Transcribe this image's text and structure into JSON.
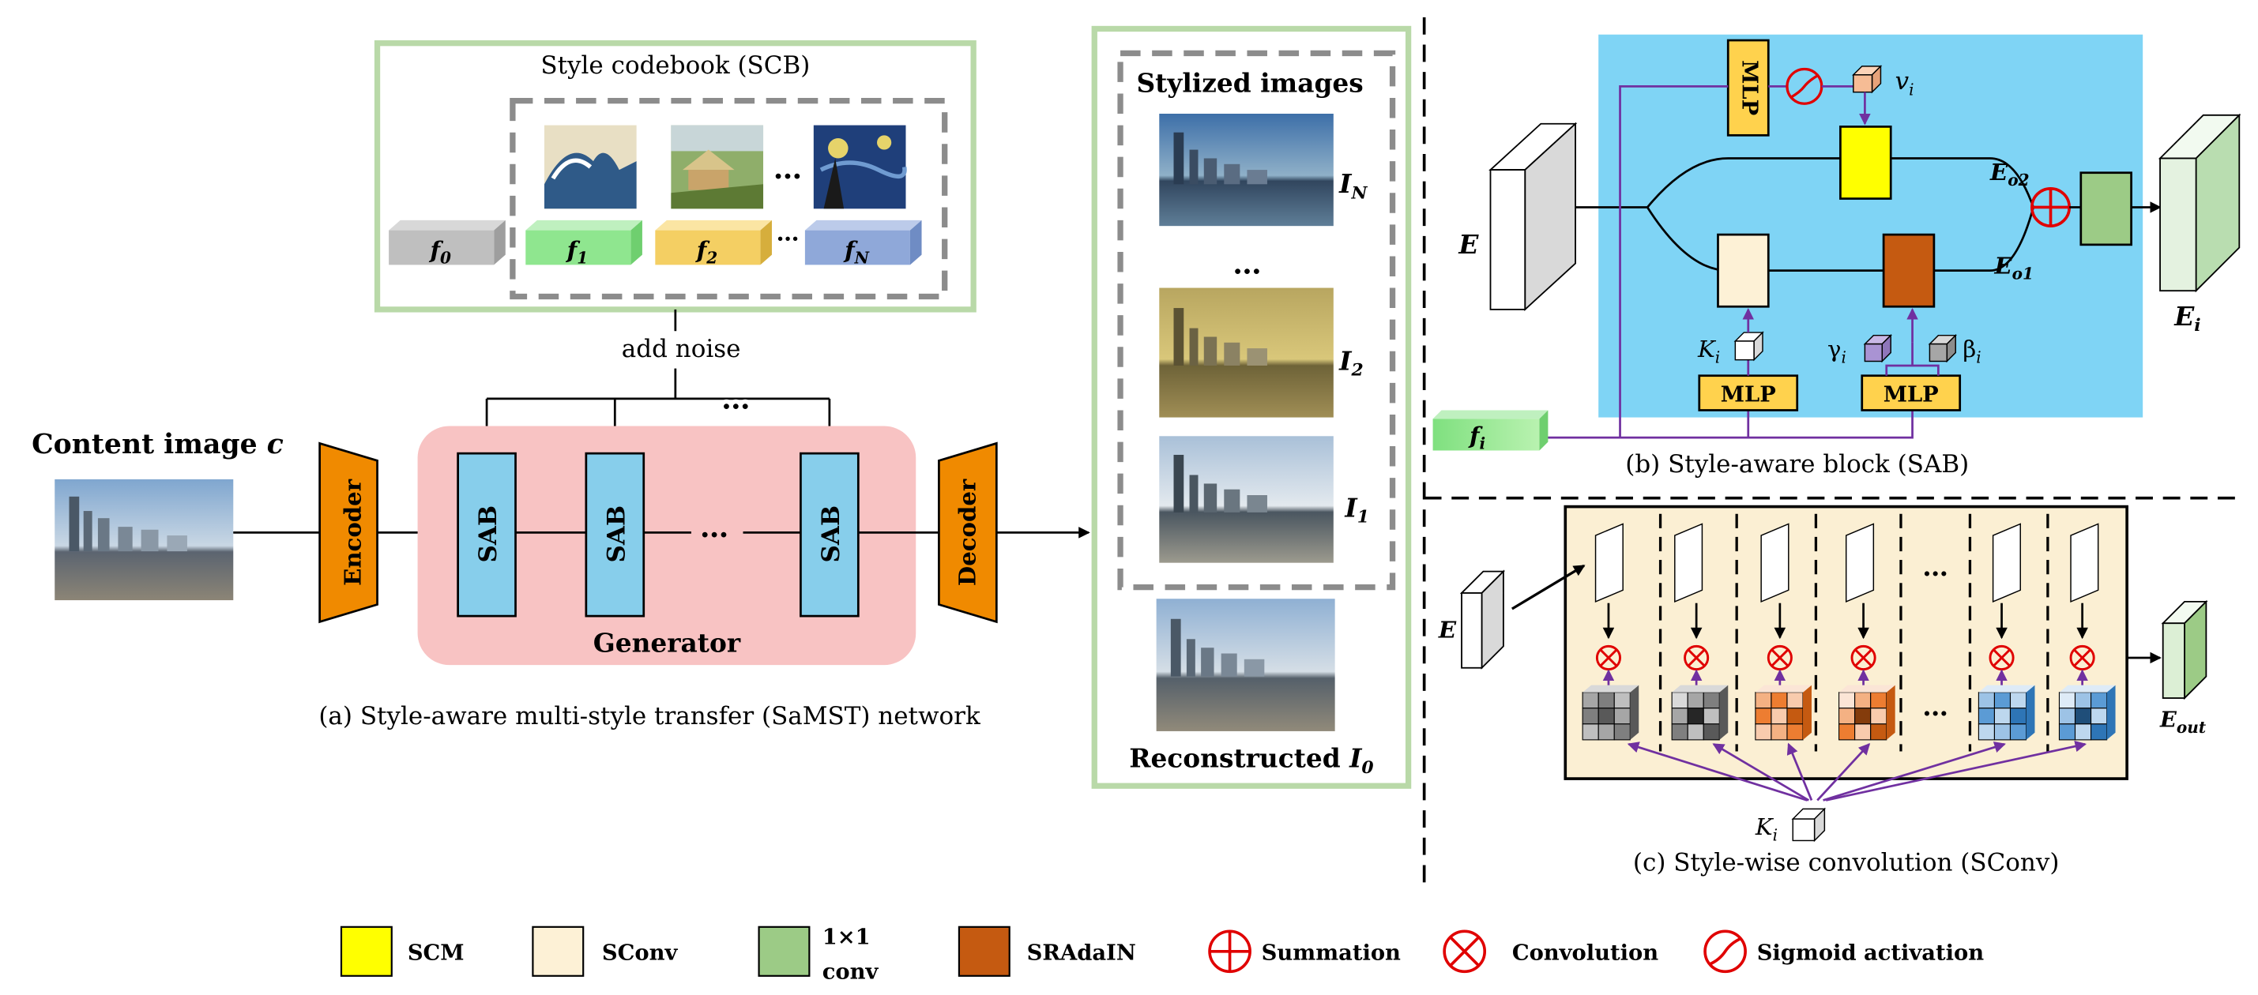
{
  "panel_a": {
    "codebook_title": "Style codebook (SCB)",
    "ellipsis": "…",
    "f0_label": "f",
    "f0_sub": "0",
    "f1_label": "f",
    "f1_sub": "1",
    "f2_label": "f",
    "f2_sub": "2",
    "fN_label": "f",
    "fN_sub": "N",
    "add_noise": "add noise",
    "content_label": "Content image ",
    "content_var": "c",
    "encoder": "Encoder",
    "decoder": "Decoder",
    "sab": "SAB",
    "generator": "Generator",
    "caption": "(a) Style-aware multi-style transfer (SaMST) network",
    "stylized_title": "Stylized images",
    "iN": "I",
    "iN_sub": "N",
    "i2": "I",
    "i2_sub": "2",
    "i1": "I",
    "i1_sub": "1",
    "reconstructed_label": "Reconstructed ",
    "i0": "I",
    "i0_sub": "0"
  },
  "panel_b": {
    "e_label": "E",
    "mlp": "MLP",
    "v_label": "v",
    "v_sub": "i",
    "eo2": "E",
    "eo2_sub": "o2",
    "eo1": "E",
    "eo1_sub": "o1",
    "ei": "E",
    "ei_sub": "i",
    "k_label": "K",
    "k_sub": "i",
    "gamma_label": "γ",
    "gamma_sub": "i",
    "beta_label": "β",
    "beta_sub": "i",
    "fi_label": "f",
    "fi_sub": "i",
    "caption": "(b) Style-aware block (SAB)"
  },
  "panel_c": {
    "e_label": "E",
    "ellipsis": "…",
    "eout": "E",
    "eout_sub": "out",
    "k_label": "K",
    "k_sub": "i",
    "caption": "(c) Style-wise convolution (SConv)"
  },
  "legend": {
    "scm": "SCM",
    "sconv": "SConv",
    "conv1_line1": "1×1",
    "conv1_line2": "conv",
    "sradain": "SRAdaIN",
    "summation": "Summation",
    "convolution": "Convolution",
    "sigmoid": "Sigmoid activation"
  },
  "colors": {
    "sab_fill": "#87CEEB",
    "generator_fill": "#F8C3C3",
    "encoder_fill": "#F08A00",
    "panel_b_bg": "#7FD4F5",
    "panel_c_bg": "#FBEFD3",
    "codebook_border": "#B9D9A8",
    "scm": "#FFFF00",
    "sconv": "#FDF1D6",
    "conv1x1": "#9CCB86",
    "sradain": "#C55A11",
    "mlp": "#FFD24D",
    "purple_line": "#7030A0",
    "red_symbol": "#E00000"
  }
}
